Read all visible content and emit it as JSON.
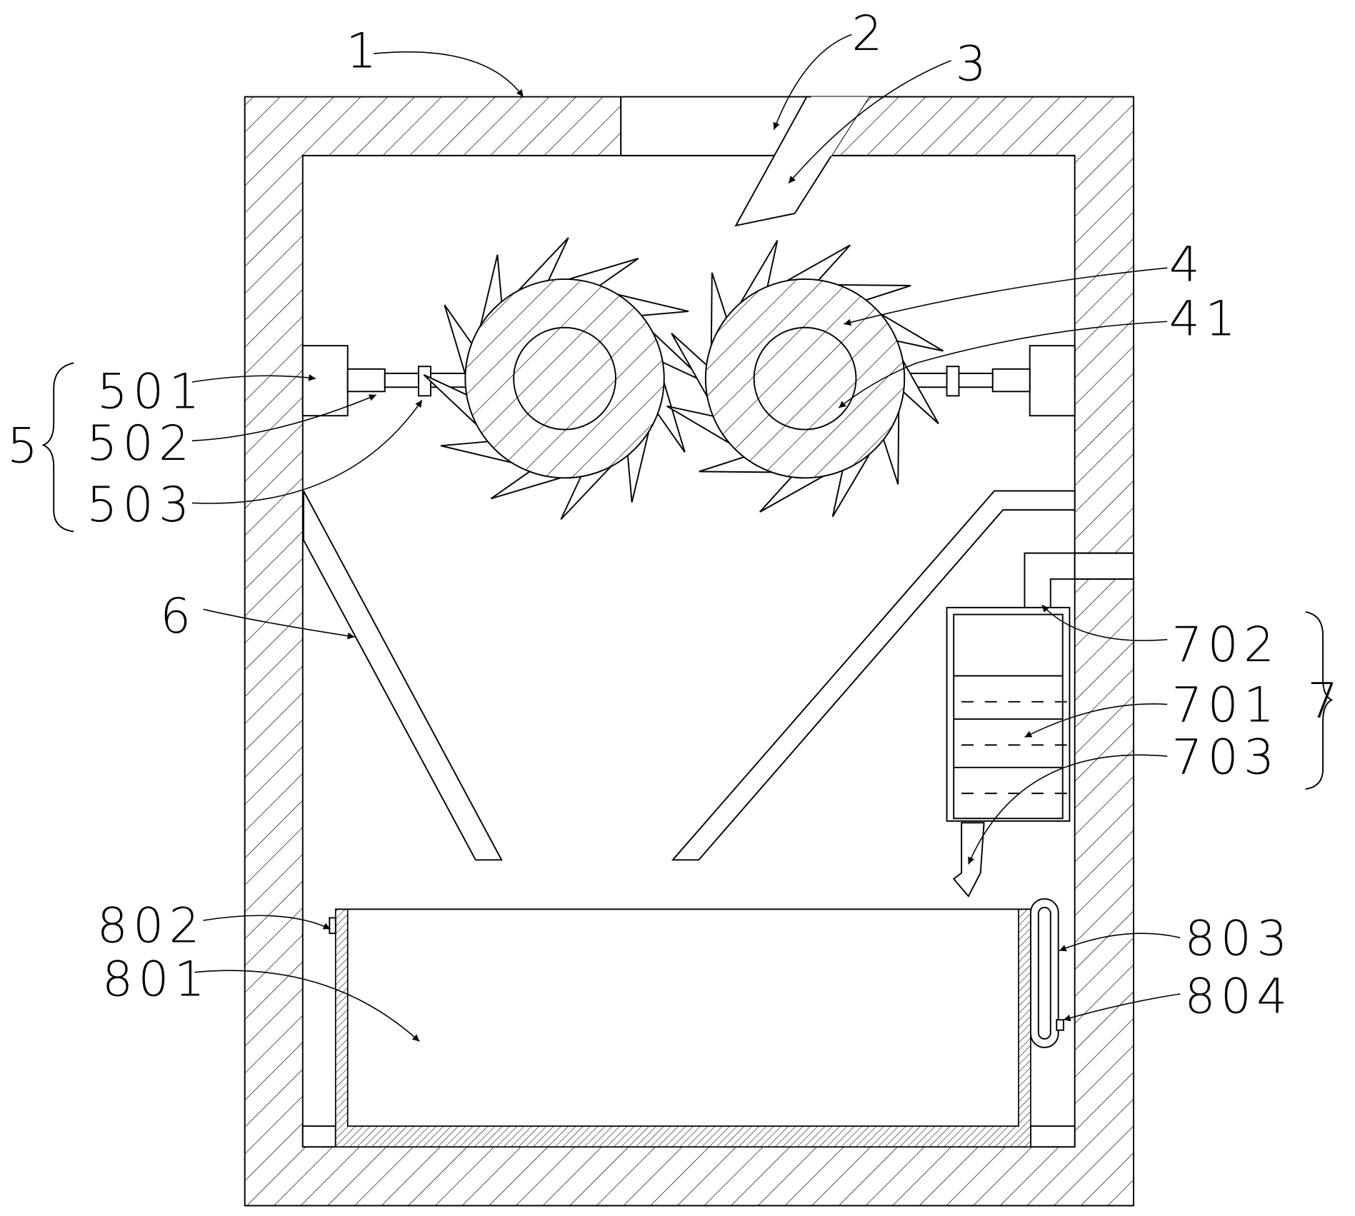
{
  "figure": {
    "labels": {
      "housing": "1",
      "feed_inlet": "2",
      "guide_plate": "3",
      "crushing_roller": "4",
      "roller_core": "41",
      "drive_assembly": "5",
      "motor": "501",
      "shaft": "502",
      "coupling": "503",
      "inclined_plate": "6",
      "spray_assembly": "7",
      "water_tank": "701",
      "inlet_pipe": "702",
      "nozzle": "703",
      "collection_box": "801",
      "handle": "802",
      "level_tube": "803",
      "sensor": "804"
    }
  }
}
